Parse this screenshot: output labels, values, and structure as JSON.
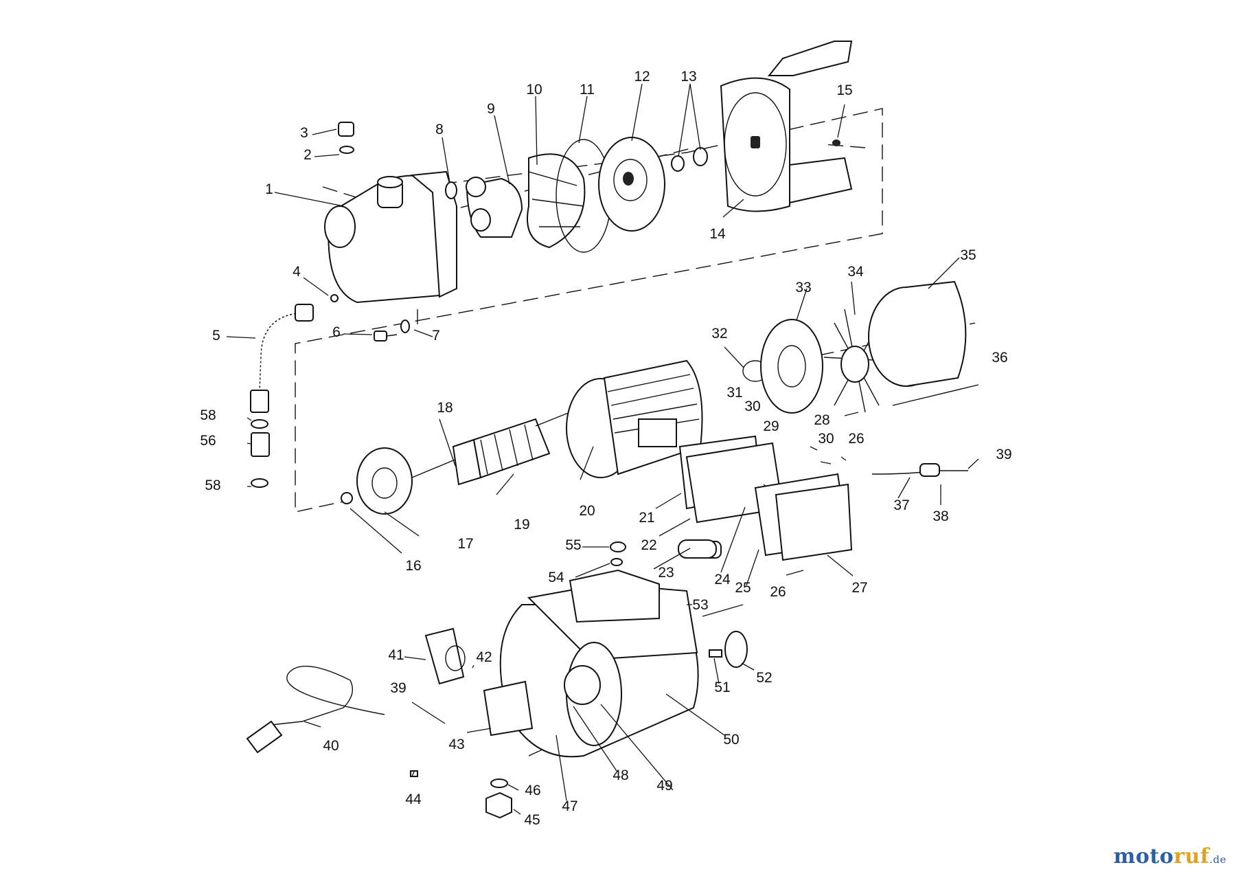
{
  "parts": [
    {
      "id": "1",
      "text": "1"
    },
    {
      "id": "2",
      "text": "2"
    },
    {
      "id": "3",
      "text": "3"
    },
    {
      "id": "4",
      "text": "4"
    },
    {
      "id": "5",
      "text": "5"
    },
    {
      "id": "6",
      "text": "6"
    },
    {
      "id": "7",
      "text": "7"
    },
    {
      "id": "8",
      "text": "8"
    },
    {
      "id": "9",
      "text": "9"
    },
    {
      "id": "10",
      "text": "10"
    },
    {
      "id": "11",
      "text": "11"
    },
    {
      "id": "12",
      "text": "12"
    },
    {
      "id": "13",
      "text": "13"
    },
    {
      "id": "14",
      "text": "14"
    },
    {
      "id": "15",
      "text": "15"
    },
    {
      "id": "16",
      "text": "16"
    },
    {
      "id": "17",
      "text": "17"
    },
    {
      "id": "18",
      "text": "18"
    },
    {
      "id": "19",
      "text": "19"
    },
    {
      "id": "20",
      "text": "20"
    },
    {
      "id": "21",
      "text": "21"
    },
    {
      "id": "22",
      "text": "22"
    },
    {
      "id": "23",
      "text": "23"
    },
    {
      "id": "24",
      "text": "24"
    },
    {
      "id": "25",
      "text": "25"
    },
    {
      "id": "26a",
      "text": "26"
    },
    {
      "id": "26b",
      "text": "26"
    },
    {
      "id": "27",
      "text": "27"
    },
    {
      "id": "28",
      "text": "28"
    },
    {
      "id": "29",
      "text": "29"
    },
    {
      "id": "30a",
      "text": "30"
    },
    {
      "id": "30b",
      "text": "30"
    },
    {
      "id": "31",
      "text": "31"
    },
    {
      "id": "32",
      "text": "32"
    },
    {
      "id": "33",
      "text": "33"
    },
    {
      "id": "34",
      "text": "34"
    },
    {
      "id": "35",
      "text": "35"
    },
    {
      "id": "36",
      "text": "36"
    },
    {
      "id": "37",
      "text": "37"
    },
    {
      "id": "38",
      "text": "38"
    },
    {
      "id": "39a",
      "text": "39"
    },
    {
      "id": "39b",
      "text": "39"
    },
    {
      "id": "40",
      "text": "40"
    },
    {
      "id": "41",
      "text": "41"
    },
    {
      "id": "42",
      "text": "42"
    },
    {
      "id": "43",
      "text": "43"
    },
    {
      "id": "44",
      "text": "44"
    },
    {
      "id": "45",
      "text": "45"
    },
    {
      "id": "46",
      "text": "46"
    },
    {
      "id": "47",
      "text": "47"
    },
    {
      "id": "48",
      "text": "48"
    },
    {
      "id": "49",
      "text": "49"
    },
    {
      "id": "50",
      "text": "50"
    },
    {
      "id": "51",
      "text": "51"
    },
    {
      "id": "52",
      "text": "52"
    },
    {
      "id": "53",
      "text": "53"
    },
    {
      "id": "54",
      "text": "54"
    },
    {
      "id": "55",
      "text": "55"
    },
    {
      "id": "56",
      "text": "56"
    },
    {
      "id": "58a",
      "text": "58"
    },
    {
      "id": "58b",
      "text": "58"
    }
  ],
  "watermark": {
    "part1": "moto",
    "part2": "ruf",
    "tld": ".de",
    "color_primary": "#2b5fa6",
    "color_accent": "#e3a21a"
  }
}
